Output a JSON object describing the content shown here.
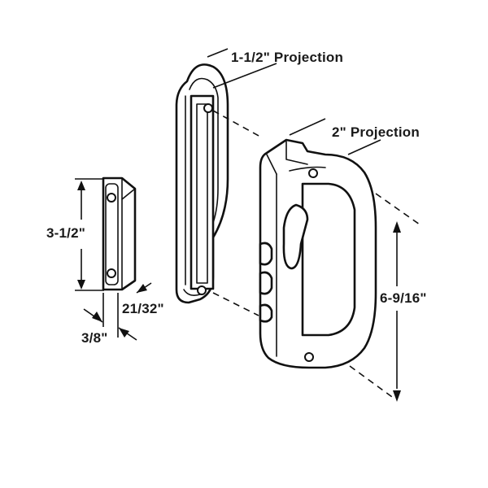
{
  "dimensions": {
    "inner_pull_projection": "1-1/2\" Projection",
    "outer_handle_projection": "2\" Projection",
    "keeper_height": "3-1/2\"",
    "keeper_depth": "21/32\"",
    "keeper_width": "3/8\"",
    "handle_height": "6-9/16\""
  }
}
